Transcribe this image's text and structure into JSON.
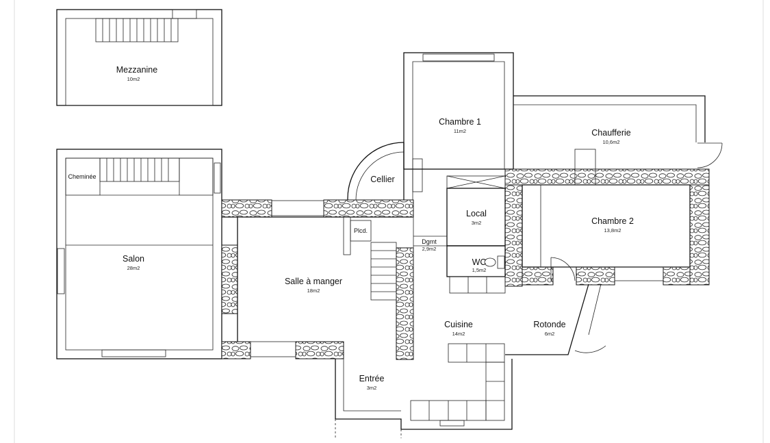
{
  "rooms": {
    "mezzanine": {
      "name": "Mezzanine",
      "area": "10m2"
    },
    "salon": {
      "name": "Salon",
      "area": "28m2"
    },
    "cheminee": {
      "name": "Cheminée"
    },
    "salle_a_manger": {
      "name": "Salle à manger",
      "area": "18m2"
    },
    "placard": {
      "name": "Plcd."
    },
    "cellier": {
      "name": "Cellier"
    },
    "chambre1": {
      "name": "Chambre 1",
      "area": "11m2"
    },
    "chaufferie": {
      "name": "Chaufferie",
      "area": "10,6m2"
    },
    "local": {
      "name": "Local",
      "area": "3m2"
    },
    "chambre2": {
      "name": "Chambre 2",
      "area": "13,8m2"
    },
    "degagement": {
      "name": "Dgmt",
      "area": "2,9m2"
    },
    "wc": {
      "name": "WC",
      "area": "1,5m2"
    },
    "cuisine": {
      "name": "Cuisine",
      "area": "14m2"
    },
    "rotonde": {
      "name": "Rotonde",
      "area": "6m2"
    },
    "entree": {
      "name": "Entrée",
      "area": "3m2"
    }
  },
  "colors": {
    "wall": "#111111",
    "stone_fill": "#ffffff",
    "background": "#ffffff"
  }
}
